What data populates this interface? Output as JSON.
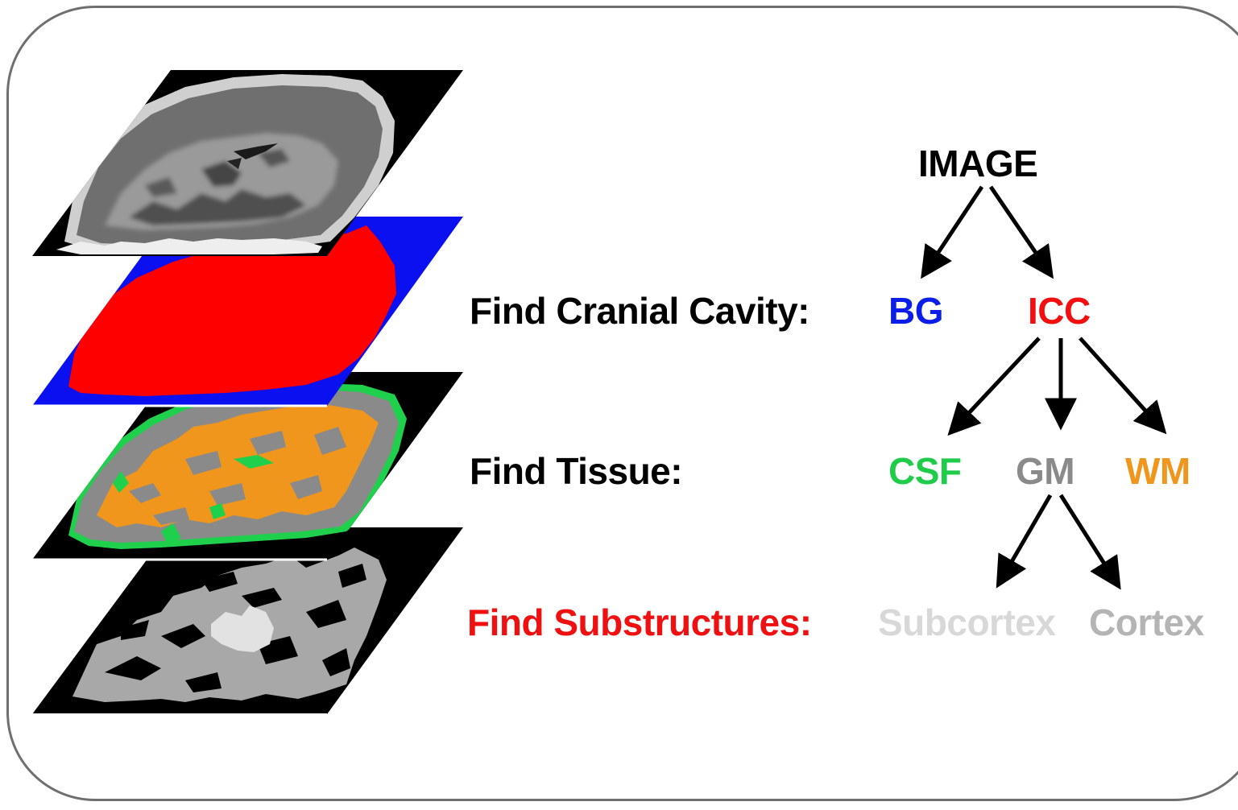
{
  "tree": {
    "root": "IMAGE",
    "rows": [
      {
        "label": "Find Cranial Cavity:",
        "label_color": "#000000",
        "nodes": [
          {
            "text": "BG",
            "color": "#0a1ee8"
          },
          {
            "text": "ICC",
            "color": "#f20f0f"
          }
        ]
      },
      {
        "label": "Find Tissue:",
        "label_color": "#000000",
        "nodes": [
          {
            "text": "CSF",
            "color": "#1fcc4a"
          },
          {
            "text": "GM",
            "color": "#8a8a8a"
          },
          {
            "text": "WM",
            "color": "#f0961c"
          }
        ]
      },
      {
        "label": "Find Substructures:",
        "label_color": "#ef1111",
        "nodes": [
          {
            "text": "Subcortex",
            "color": "#d8d8d8"
          },
          {
            "text": "Cortex",
            "color": "#b4b4b4"
          }
        ]
      }
    ]
  },
  "slices": [
    {
      "name": "mri-slice",
      "type": "mri"
    },
    {
      "name": "cranial-cavity-segmentation",
      "type": "icc",
      "colors": {
        "background": "#0a10f0",
        "icc": "#ff0000"
      }
    },
    {
      "name": "tissue-segmentation",
      "type": "tissue",
      "colors": {
        "outside": "#000000",
        "csf": "#1fd04c",
        "gm": "#8a8a8a",
        "wm": "#f0961c"
      }
    },
    {
      "name": "substructure-segmentation",
      "type": "sub",
      "colors": {
        "outside": "#000000",
        "cortex": "#a8a8a8",
        "subcortex": "#e2e2e2"
      }
    }
  ]
}
